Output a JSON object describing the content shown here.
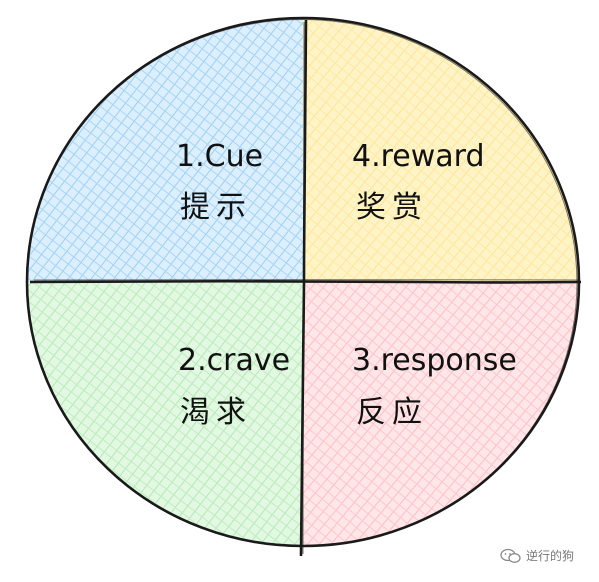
{
  "quadrants": [
    {
      "id": "q1",
      "title": "1.Cue",
      "subtitle": "提示",
      "color": "#8cc8f2"
    },
    {
      "id": "q4",
      "title": "4.reward",
      "subtitle": "奖赏",
      "color": "#ffe38a"
    },
    {
      "id": "q2",
      "title": "2.crave",
      "subtitle": "渴求",
      "color": "#a8e6a8"
    },
    {
      "id": "q3",
      "title": "3.response",
      "subtitle": "反应",
      "color": "#ffb5ba"
    }
  ],
  "watermark": {
    "text": "逆行的狗",
    "icon": "wechat-icon"
  }
}
